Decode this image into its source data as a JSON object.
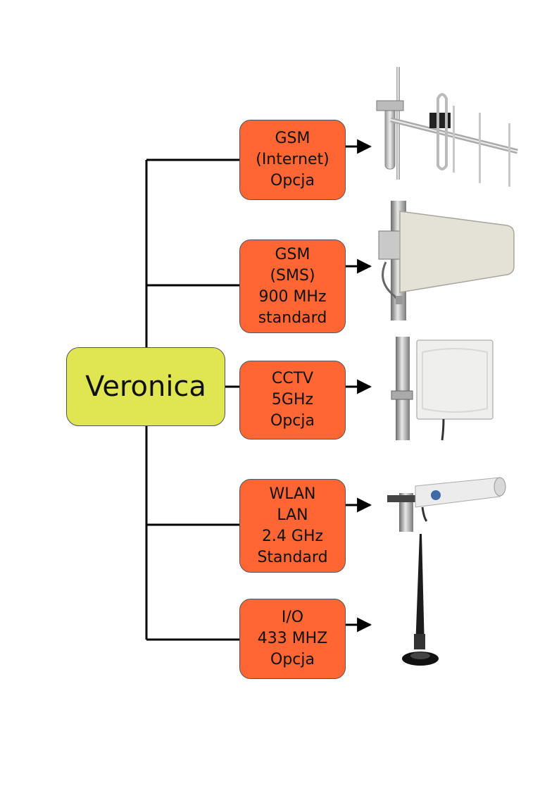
{
  "root": {
    "label": "Veronica",
    "color": "#e0e651"
  },
  "node_color": "#ff6633",
  "nodes": [
    {
      "id": "gsm-internet",
      "lines": [
        "GSM",
        "(Internet)",
        "Opcja"
      ],
      "antenna": "yagi-antenna-icon"
    },
    {
      "id": "gsm-sms",
      "lines": [
        "GSM",
        "(SMS)",
        "900 MHz",
        "standard"
      ],
      "antenna": "log-periodic-antenna-icon"
    },
    {
      "id": "cctv",
      "lines": [
        "CCTV",
        "5GHz",
        "Opcja"
      ],
      "antenna": "panel-antenna-icon"
    },
    {
      "id": "wlan",
      "lines": [
        "WLAN",
        "LAN",
        "2.4 GHz",
        "Standard"
      ],
      "antenna": "tube-antenna-icon"
    },
    {
      "id": "io",
      "lines": [
        "I/O",
        "433 MHZ",
        "Opcja"
      ],
      "antenna": "whip-antenna-icon"
    }
  ]
}
